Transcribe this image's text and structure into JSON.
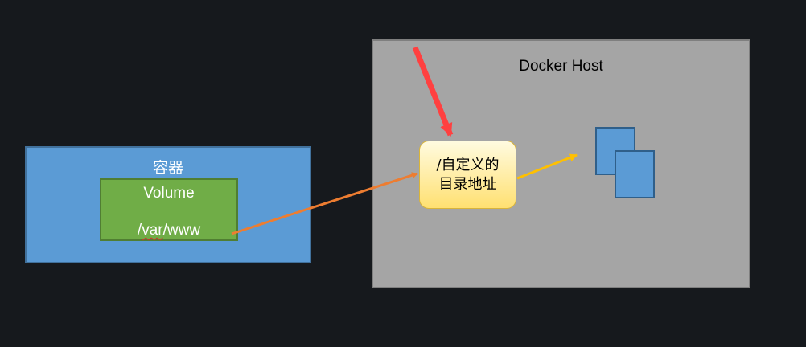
{
  "diagram": {
    "container": {
      "label": "容器"
    },
    "volume": {
      "label": "Volume",
      "path_prefix": "/",
      "path_squiggle": "var",
      "path_suffix": "/www"
    },
    "host": {
      "label": "Docker Host"
    },
    "custom_dir": {
      "line1": "/自定义的",
      "line2": "目录地址"
    },
    "colors": {
      "background": "#16191d",
      "container_fill": "#5b9bd5",
      "volume_fill": "#70ad47",
      "host_fill": "#a5a5a5",
      "custom_fill": "#ffe071",
      "arrow_orange": "#ed7d31",
      "arrow_yellow": "#ffc000",
      "arrow_red": "#ff4040"
    }
  }
}
